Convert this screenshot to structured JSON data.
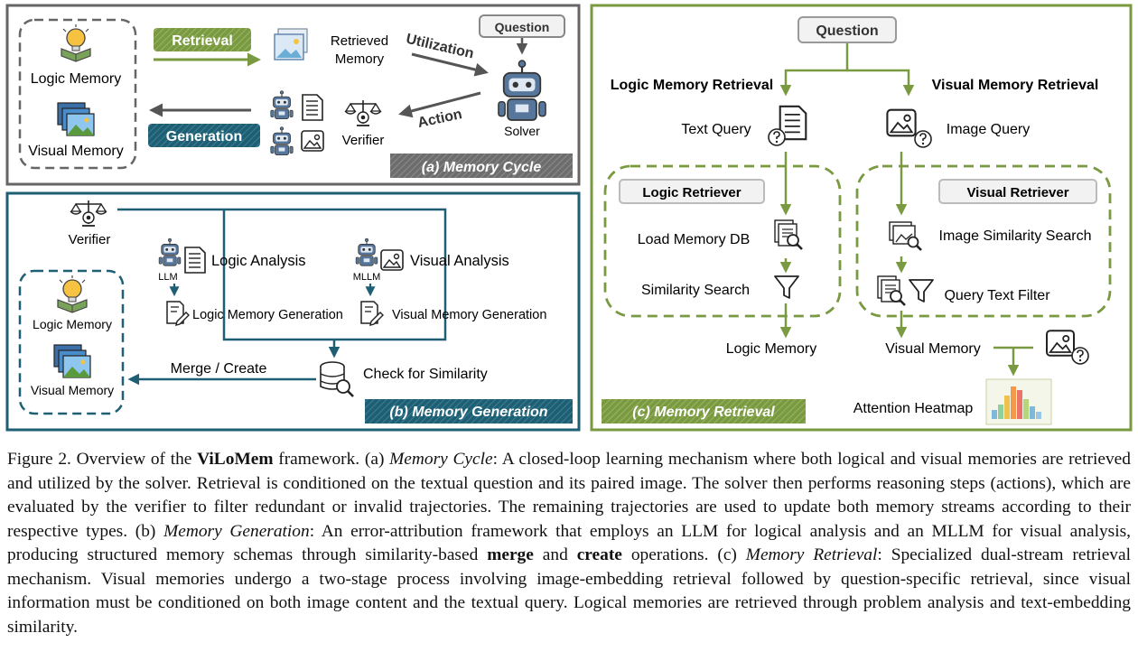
{
  "panel_a": {
    "logic_memory": "Logic Memory",
    "visual_memory": "Visual Memory",
    "retrieval": "Retrieval",
    "generation": "Generation",
    "retrieved_memory_line1": "Retrieved",
    "retrieved_memory_line2": "Memory",
    "utilization": "Utilization",
    "action": "Action",
    "question": "Question",
    "solver": "Solver",
    "verifier": "Verifier",
    "title": "(a) Memory Cycle"
  },
  "panel_b": {
    "verifier": "Verifier",
    "logic_analysis": "Logic Analysis",
    "visual_analysis": "Visual Analysis",
    "llm": "LLM",
    "mllm": "MLLM",
    "logic_memory_generation": "Logic Memory Generation",
    "visual_memory_generation": "Visual Memory Generation",
    "merge_create": "Merge / Create",
    "check_similarity": "Check for Similarity",
    "logic_memory": "Logic Memory",
    "visual_memory": "Visual Memory",
    "title": "(b) Memory Generation"
  },
  "panel_c": {
    "question": "Question",
    "logic_memory_retrieval": "Logic Memory Retrieval",
    "visual_memory_retrieval": "Visual Memory Retrieval",
    "text_query": "Text Query",
    "image_query": "Image Query",
    "logic_retriever": "Logic Retriever",
    "visual_retriever": "Visual Retriever",
    "load_memory_db": "Load Memory DB",
    "similarity_search": "Similarity Search",
    "image_similarity_search": "Image Similarity Search",
    "query_text_filter": "Query Text Filter",
    "logic_memory": "Logic Memory",
    "visual_memory": "Visual Memory",
    "attention_heatmap": "Attention Heatmap",
    "title": "(c) Memory Retrieval"
  },
  "caption": {
    "fig": "Figure 2.  Overview of the ",
    "name": "ViLoMem",
    "s1": " framework.  (a) ",
    "mc": "Memory Cycle",
    "s2": ":  A closed-loop learning mechanism where both logical and visual memories are retrieved and utilized by the solver. Retrieval is conditioned on the textual question and its paired image. The solver then performs reasoning steps (actions), which are evaluated by the verifier to filter redundant or invalid trajectories. The remaining trajectories are used to update both memory streams according to their respective types. (b) ",
    "mg": "Memory Generation",
    "s3": ": An error-attribution framework that employs an LLM for logical analysis and an MLLM for visual analysis, producing structured memory schemas through similarity-based ",
    "merge": "merge",
    "and": " and ",
    "create": "create",
    "s4": " operations. (c) ",
    "mr": "Memory Retrieval",
    "s5": ": Specialized dual-stream retrieval mechanism. Visual memories undergo a two-stage process involving image-embedding retrieval followed by question-specific retrieval, since visual information must be conditioned on both image content and the textual query. Logical memories are retrieved through problem analysis and text-embedding similarity."
  },
  "colors": {
    "green": "#7a9a41",
    "teal": "#1e5f74",
    "gray": "#666666",
    "robot": "#56779b"
  },
  "icons": [
    "bulb-book-icon",
    "gallery-icon",
    "robot-icon",
    "document-icon",
    "image-icon",
    "scale-icon",
    "database-search-icon",
    "filter-icon",
    "document-search-icon",
    "image-search-icon",
    "heatmap-icon",
    "edit-icon"
  ]
}
